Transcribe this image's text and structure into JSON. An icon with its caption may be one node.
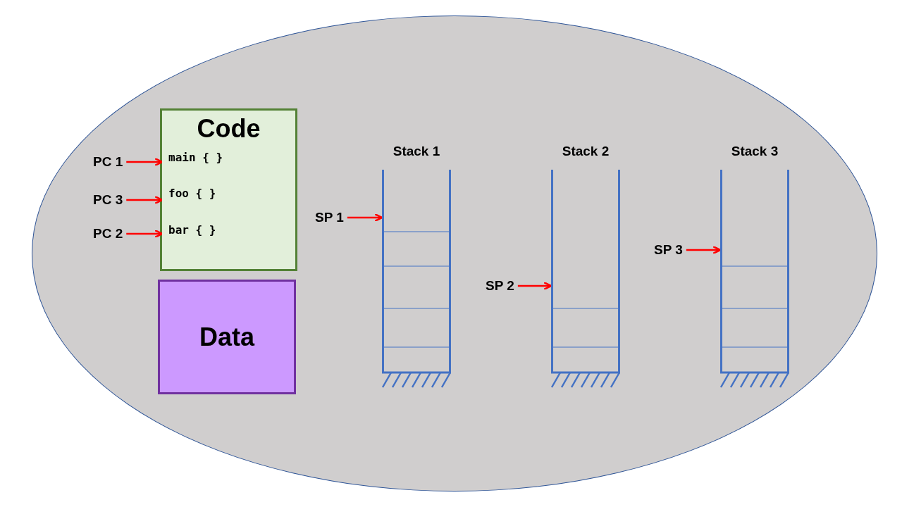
{
  "diagram": {
    "nodes": [
      {
        "text": [],
        "shape": "ellipse"
      },
      {
        "text": [
          "Code"
        ],
        "in": 0
      },
      {
        "text": [
          "PC 1"
        ],
        "in": 0
      },
      {
        "text": [
          "main { }"
        ],
        "in": 1
      },
      {
        "text": [
          "PC 3"
        ],
        "in": 0
      },
      {
        "text": [
          "foo { }"
        ],
        "in": 1
      },
      {
        "text": [
          "PC 2"
        ],
        "in": 0
      },
      {
        "text": [
          "bar { }"
        ],
        "in": 1
      },
      {
        "text": [
          "Data"
        ],
        "in": 0
      },
      {
        "text": [
          "Stack 1"
        ],
        "in": 0
      },
      {
        "text": [
          "SP 1"
        ],
        "in": 0
      },
      {
        "text": [
          "Stack 2"
        ],
        "in": 0
      },
      {
        "text": [
          "SP 2"
        ],
        "in": 0
      },
      {
        "text": [
          "Stack 3"
        ],
        "in": 0
      },
      {
        "text": [
          "SP 3"
        ],
        "in": 0
      }
    ],
    "edges": [
      {
        "from": 2,
        "to": 3,
        "arrow": "to"
      },
      {
        "from": 4,
        "to": 5,
        "arrow": "to"
      },
      {
        "from": 6,
        "to": 7,
        "arrow": "to"
      },
      {
        "from": 10,
        "to": 9,
        "arrow": "to"
      },
      {
        "from": 12,
        "to": 11,
        "arrow": "to"
      },
      {
        "from": 14,
        "to": 13,
        "arrow": "to"
      }
    ]
  }
}
